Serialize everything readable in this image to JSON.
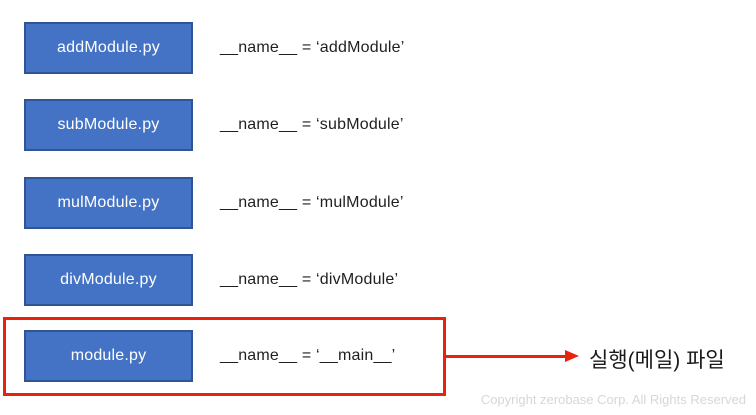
{
  "rows": [
    {
      "file": "addModule.py",
      "name_text": "__name__ = ‘addModule’",
      "highlighted": false
    },
    {
      "file": "subModule.py",
      "name_text": "__name__ = ‘subModule’",
      "highlighted": false
    },
    {
      "file": "mulModule.py",
      "name_text": "__name__ = ‘mulModule’",
      "highlighted": false
    },
    {
      "file": "divModule.py",
      "name_text": "__name__ = ‘divModule’",
      "highlighted": false
    },
    {
      "file": "module.py",
      "name_text": "__name__ = ‘__main__’",
      "highlighted": true
    }
  ],
  "annotation": {
    "label": "실행(메일) 파일"
  },
  "footer": {
    "copyright": "Copyright zerobase Corp. All Rights Reserved"
  },
  "colors": {
    "box_fill": "#4472c4",
    "box_border": "#2f5597",
    "box_text": "#ffffff",
    "name_text": "#1f1f1f",
    "accent_red": "#e8220d",
    "footer_text": "#d7d7d7"
  }
}
